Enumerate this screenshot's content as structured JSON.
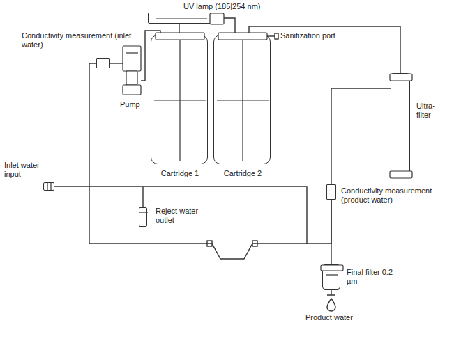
{
  "diagram": {
    "nodes": [
      {
        "text": [
          "UV lamp (185|254 nm)"
        ]
      },
      {
        "text": [
          "Conductivity measurement (inlet water)"
        ]
      },
      {
        "text": [
          "Pump"
        ]
      },
      {
        "text": [
          "Cartridge 1"
        ]
      },
      {
        "text": [
          "Cartridge 2"
        ]
      },
      {
        "text": [
          "Ultra-filter"
        ]
      },
      {
        "text": [
          "Inlet water input"
        ]
      },
      {
        "text": [
          "Reject water outlet"
        ]
      },
      {
        "text": [
          "Conductivity measurement (product water)"
        ]
      },
      {
        "text": [
          "Final filter 0.2 µm"
        ]
      }
    ],
    "edges": [
      {
        "from": 6,
        "to": 7,
        "arrow": "none"
      },
      {
        "from": 1,
        "to": 2,
        "arrow": "none"
      },
      {
        "from": 2,
        "to": 3,
        "arrow": "none"
      },
      {
        "from": 3,
        "to": 0,
        "arrow": "none"
      },
      {
        "from": 0,
        "to": 4,
        "arrow": "none"
      },
      {
        "from": 4,
        "to": 5,
        "arrow": "none"
      },
      {
        "from": 5,
        "to": 8,
        "arrow": "none"
      },
      {
        "from": 8,
        "to": 9,
        "arrow": "none"
      },
      {
        "from": 8,
        "to": 1,
        "arrow": "none"
      }
    ],
    "labels": [
      "Sanitization port",
      "Product water"
    ]
  }
}
